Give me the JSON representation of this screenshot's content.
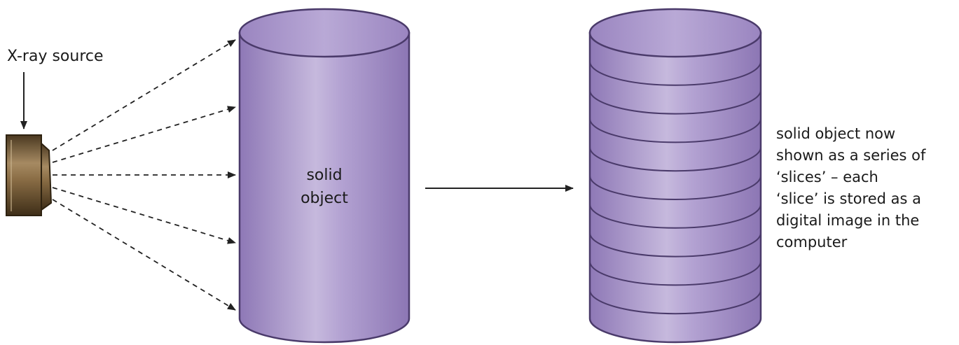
{
  "source": {
    "label": "X-ray source",
    "icon": "xray-emitter-icon"
  },
  "solid_object": {
    "label_lines": [
      "solid",
      "object"
    ]
  },
  "sliced_object": {
    "slice_count": 10,
    "caption_lines": [
      "solid object now",
      "shown as a series of",
      "‘slices’ – each",
      "‘slice’ is stored as a",
      "digital image in the",
      "computer"
    ]
  },
  "colors": {
    "cylinder_fill": "#a08cc4",
    "cylinder_highlight": "#c6b9dd",
    "cylinder_outline": "#4a3a6a",
    "emitter_body": "#6b5234",
    "emitter_highlight": "#a68a62",
    "line": "#222222"
  }
}
